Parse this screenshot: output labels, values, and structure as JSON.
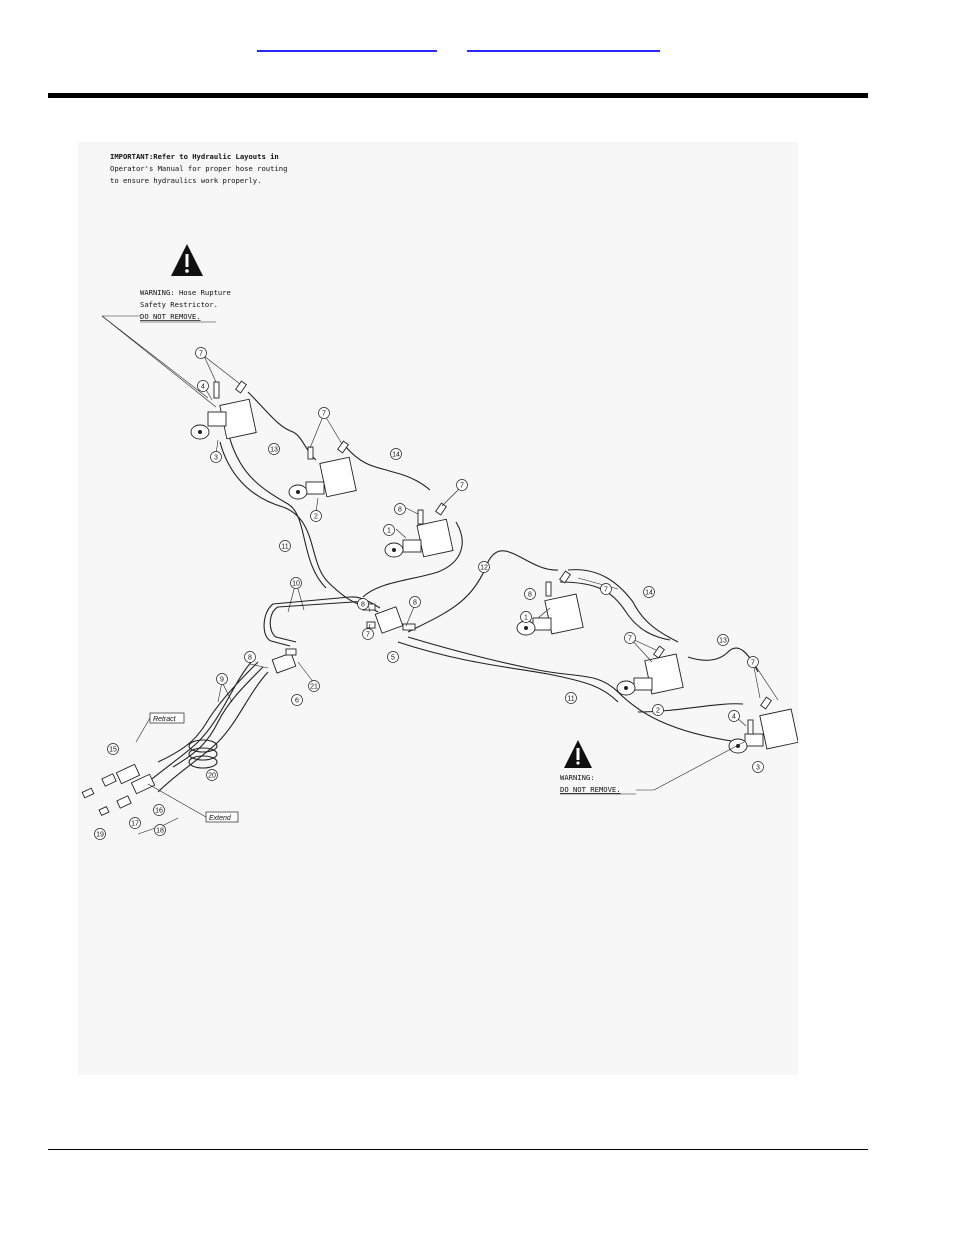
{
  "header": {
    "links": [
      "",
      ""
    ]
  },
  "notes": {
    "important": [
      "IMPORTANT:Refer to Hydraulic Layouts in",
      "Operator's Manual for proper hose routing",
      "to ensure hydraulics work properly."
    ],
    "warning_top": [
      "WARNING: Hose Rupture",
      "Safety Restrictor.",
      "DO NOT REMOVE."
    ],
    "warning_bottom": [
      "WARNING:",
      "DO NOT REMOVE."
    ]
  },
  "labels": {
    "retract": "Retract",
    "extend": "Extend"
  },
  "callouts": [
    {
      "id": "c7a",
      "n": "7"
    },
    {
      "id": "c4a",
      "n": "4"
    },
    {
      "id": "c3a",
      "n": "3"
    },
    {
      "id": "c13a",
      "n": "13"
    },
    {
      "id": "c7b",
      "n": "7"
    },
    {
      "id": "c14a",
      "n": "14"
    },
    {
      "id": "c2a",
      "n": "2"
    },
    {
      "id": "c8a",
      "n": "8"
    },
    {
      "id": "c7c",
      "n": "7"
    },
    {
      "id": "c1a",
      "n": "1"
    },
    {
      "id": "c11a",
      "n": "11"
    },
    {
      "id": "c12",
      "n": "12"
    },
    {
      "id": "c10",
      "n": "10"
    },
    {
      "id": "c8b",
      "n": "8"
    },
    {
      "id": "c8c",
      "n": "8"
    },
    {
      "id": "c7d",
      "n": "7"
    },
    {
      "id": "c5",
      "n": "5"
    },
    {
      "id": "c8d",
      "n": "8"
    },
    {
      "id": "c21",
      "n": "21"
    },
    {
      "id": "c6",
      "n": "6"
    },
    {
      "id": "c9",
      "n": "9"
    },
    {
      "id": "c15",
      "n": "15"
    },
    {
      "id": "c20",
      "n": "20"
    },
    {
      "id": "c16",
      "n": "16"
    },
    {
      "id": "c17",
      "n": "17"
    },
    {
      "id": "c19",
      "n": "19"
    },
    {
      "id": "c18",
      "n": "18"
    },
    {
      "id": "c8e",
      "n": "8"
    },
    {
      "id": "c7e",
      "n": "7"
    },
    {
      "id": "c1b",
      "n": "1"
    },
    {
      "id": "c14b",
      "n": "14"
    },
    {
      "id": "c7f",
      "n": "7"
    },
    {
      "id": "c13b",
      "n": "13"
    },
    {
      "id": "c2b",
      "n": "2"
    },
    {
      "id": "c11b",
      "n": "11"
    },
    {
      "id": "c7g",
      "n": "7"
    },
    {
      "id": "c4b",
      "n": "4"
    },
    {
      "id": "c3b",
      "n": "3"
    }
  ]
}
